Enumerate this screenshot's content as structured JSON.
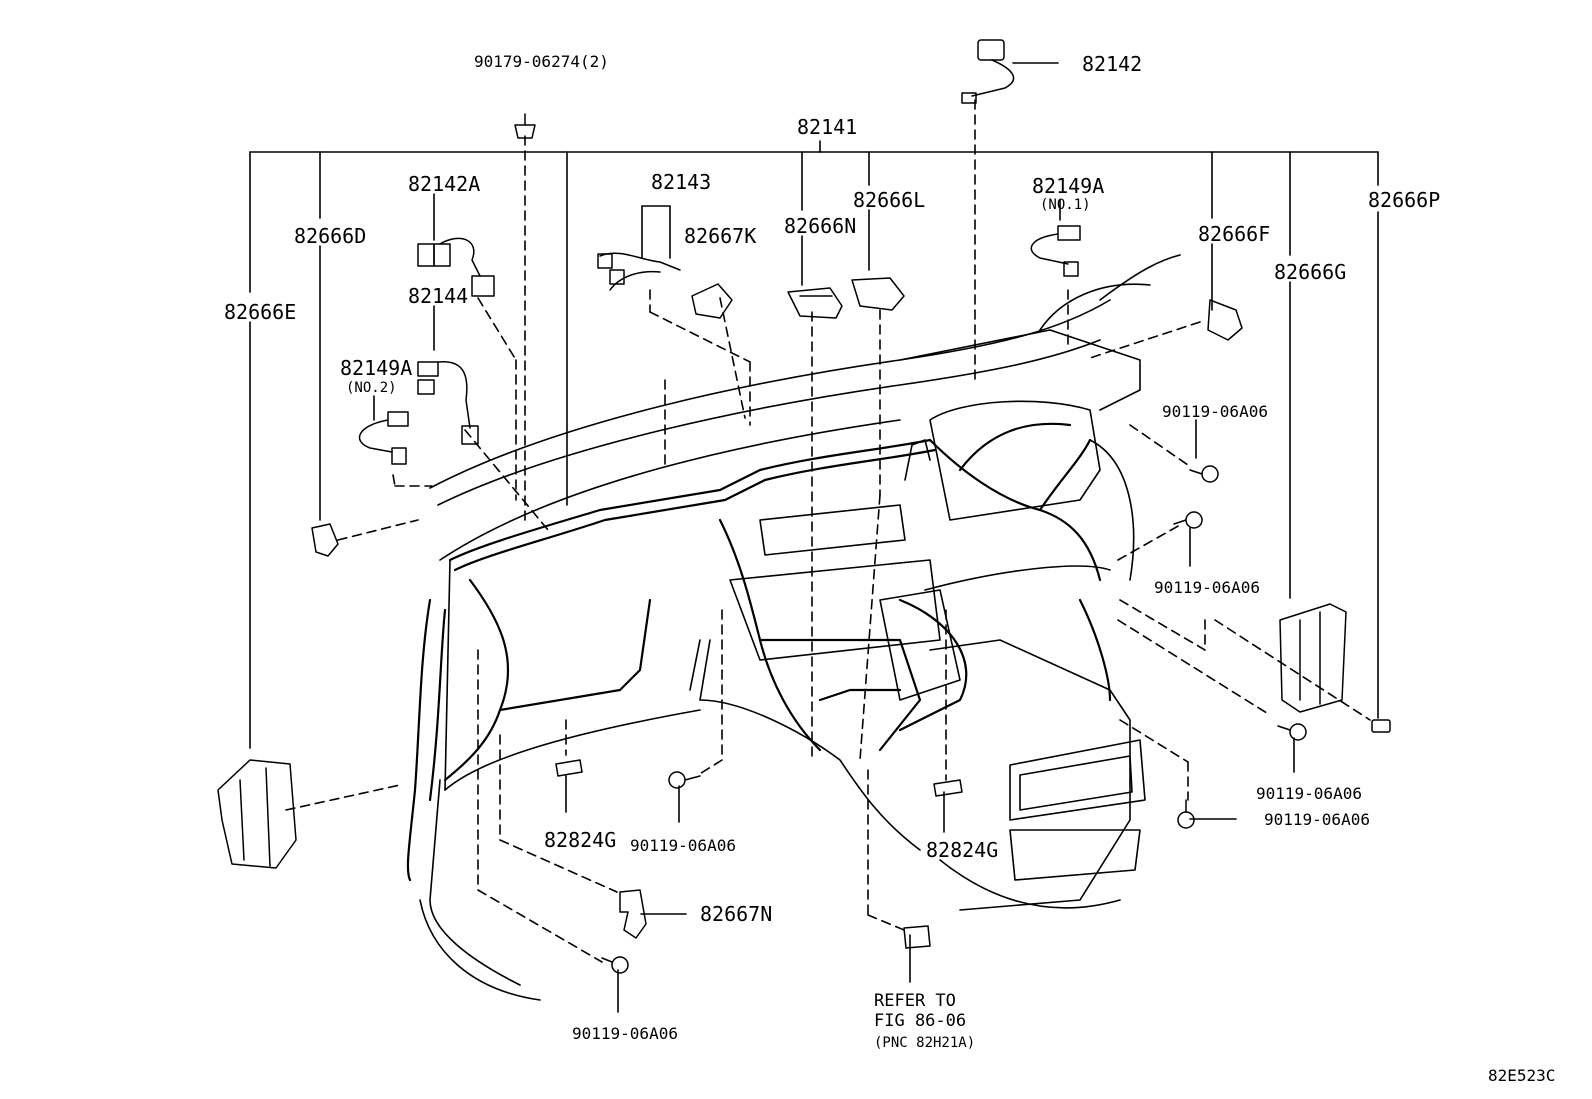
{
  "diagram_id": "82E523C",
  "callouts": {
    "c_90179": "90179-06274(2)",
    "c_82142_top": "82142",
    "c_82141": "82141",
    "c_82143": "82143",
    "c_82142A": "82142A",
    "c_82666D": "82666D",
    "c_82666L": "82666L",
    "c_82149A_no1": "82149A",
    "c_no1": "(NO.1)",
    "c_82666F": "82666F",
    "c_82666P": "82666P",
    "c_82666N": "82666N",
    "c_82667K": "82667K",
    "c_82666E": "82666E",
    "c_82144": "82144",
    "c_82666G": "82666G",
    "c_82149A_no2": "82149A",
    "c_no2": "(NO.2)",
    "c_90119_a": "90119-06A06",
    "c_90119_b": "90119-06A06",
    "c_90119_c": "90119-06A06",
    "c_90119_d": "90119-06A06",
    "c_90119_e": "90119-06A06",
    "c_90119_f": "90119-06A06",
    "c_82824G_left": "82824G",
    "c_82824G_right": "82824G",
    "c_82667N": "82667N",
    "c_refer_1": "REFER TO",
    "c_refer_2": "FIG 86-06",
    "c_refer_3": "(PNC 82H21A)"
  }
}
